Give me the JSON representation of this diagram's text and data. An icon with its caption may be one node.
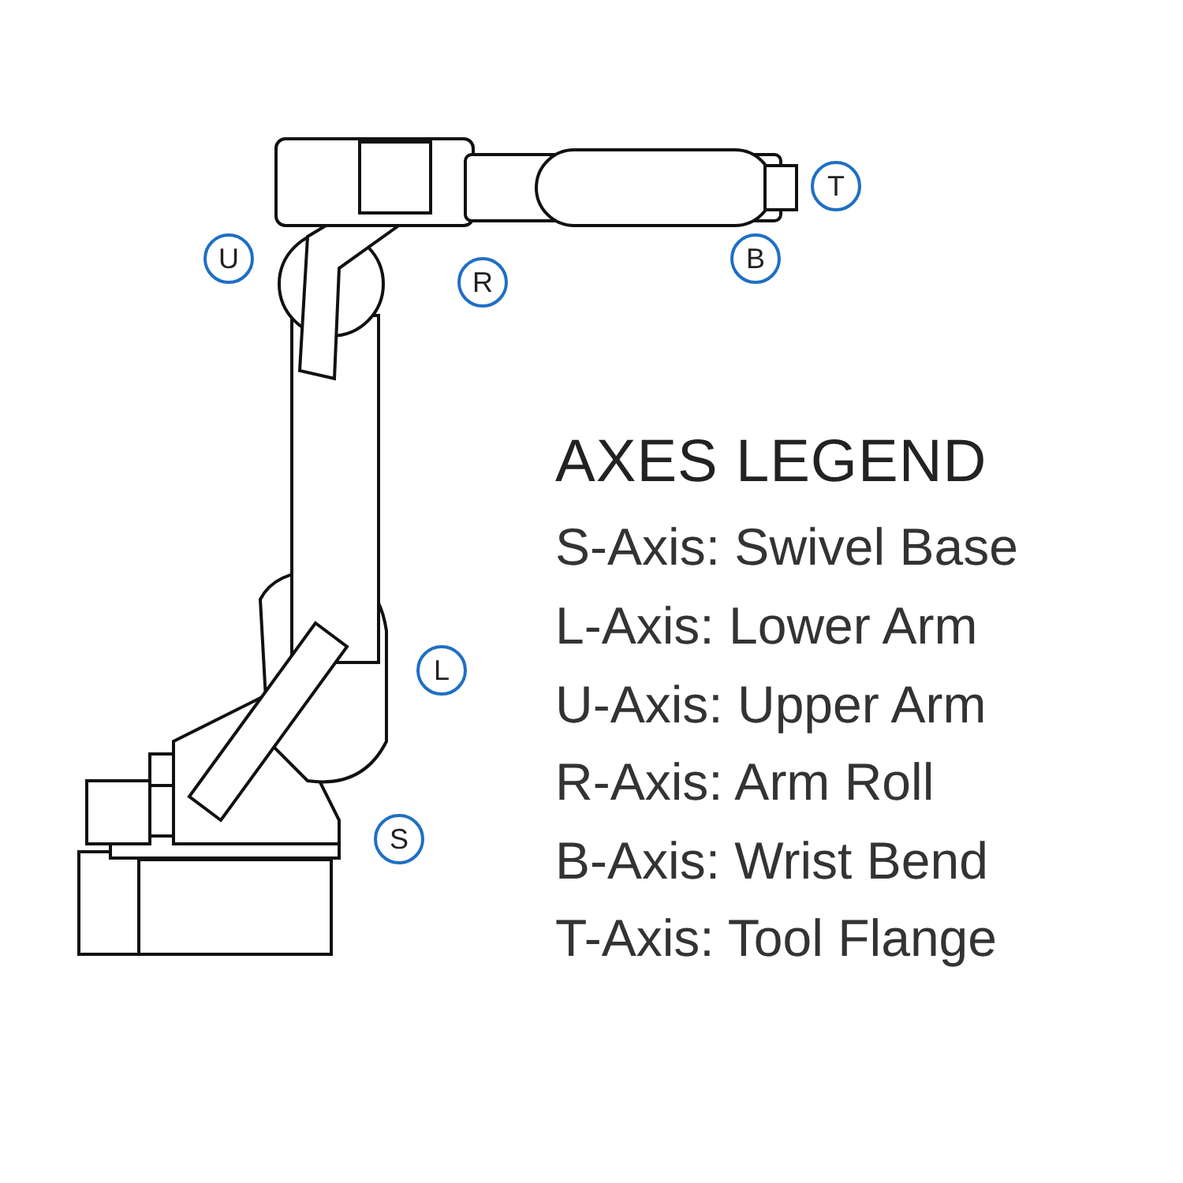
{
  "diagram": {
    "labels": [
      "T",
      "U",
      "B",
      "R",
      "L",
      "S",
      "AXES LEGEND",
      "S-Axis: Swivel Base",
      "L-Axis: Lower Arm",
      "U-Axis: Upper Arm",
      "R-Axis: Arm Roll",
      "B-Axis: Wrist Bend",
      "T-Axis: Tool Flange"
    ]
  }
}
